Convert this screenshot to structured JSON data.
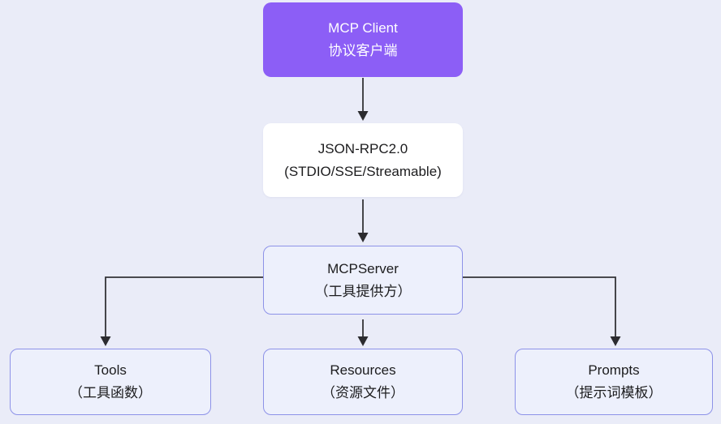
{
  "page": {
    "background_color": "#eaecf8"
  },
  "colors": {
    "client_box_fill": "#8c5ef6",
    "client_box_text": "#ffffff",
    "protocol_box_fill": "#ffffff",
    "outlined_box_fill": "#edf0fc",
    "outlined_box_border": "#8d92e8",
    "dark_text": "#1c1c1e",
    "arrow": "#333337"
  },
  "diagram": {
    "nodes": {
      "client": {
        "line1": "MCP Client",
        "line2": "协议客户端"
      },
      "protocol": {
        "line1": "JSON-RPC2.0",
        "line2": "(STDIO/SSE/Streamable)"
      },
      "server": {
        "line1": "MCPServer",
        "line2": "（工具提供方）"
      },
      "tools": {
        "line1": "Tools",
        "line2": "（工具函数）"
      },
      "resources": {
        "line1": "Resources",
        "line2": "（资源文件）"
      },
      "prompts": {
        "line1": "Prompts",
        "line2": "（提示词模板）"
      }
    },
    "edges": [
      {
        "from": "client",
        "to": "protocol"
      },
      {
        "from": "protocol",
        "to": "server"
      },
      {
        "from": "server",
        "to": "tools"
      },
      {
        "from": "server",
        "to": "resources"
      },
      {
        "from": "server",
        "to": "prompts"
      }
    ]
  }
}
